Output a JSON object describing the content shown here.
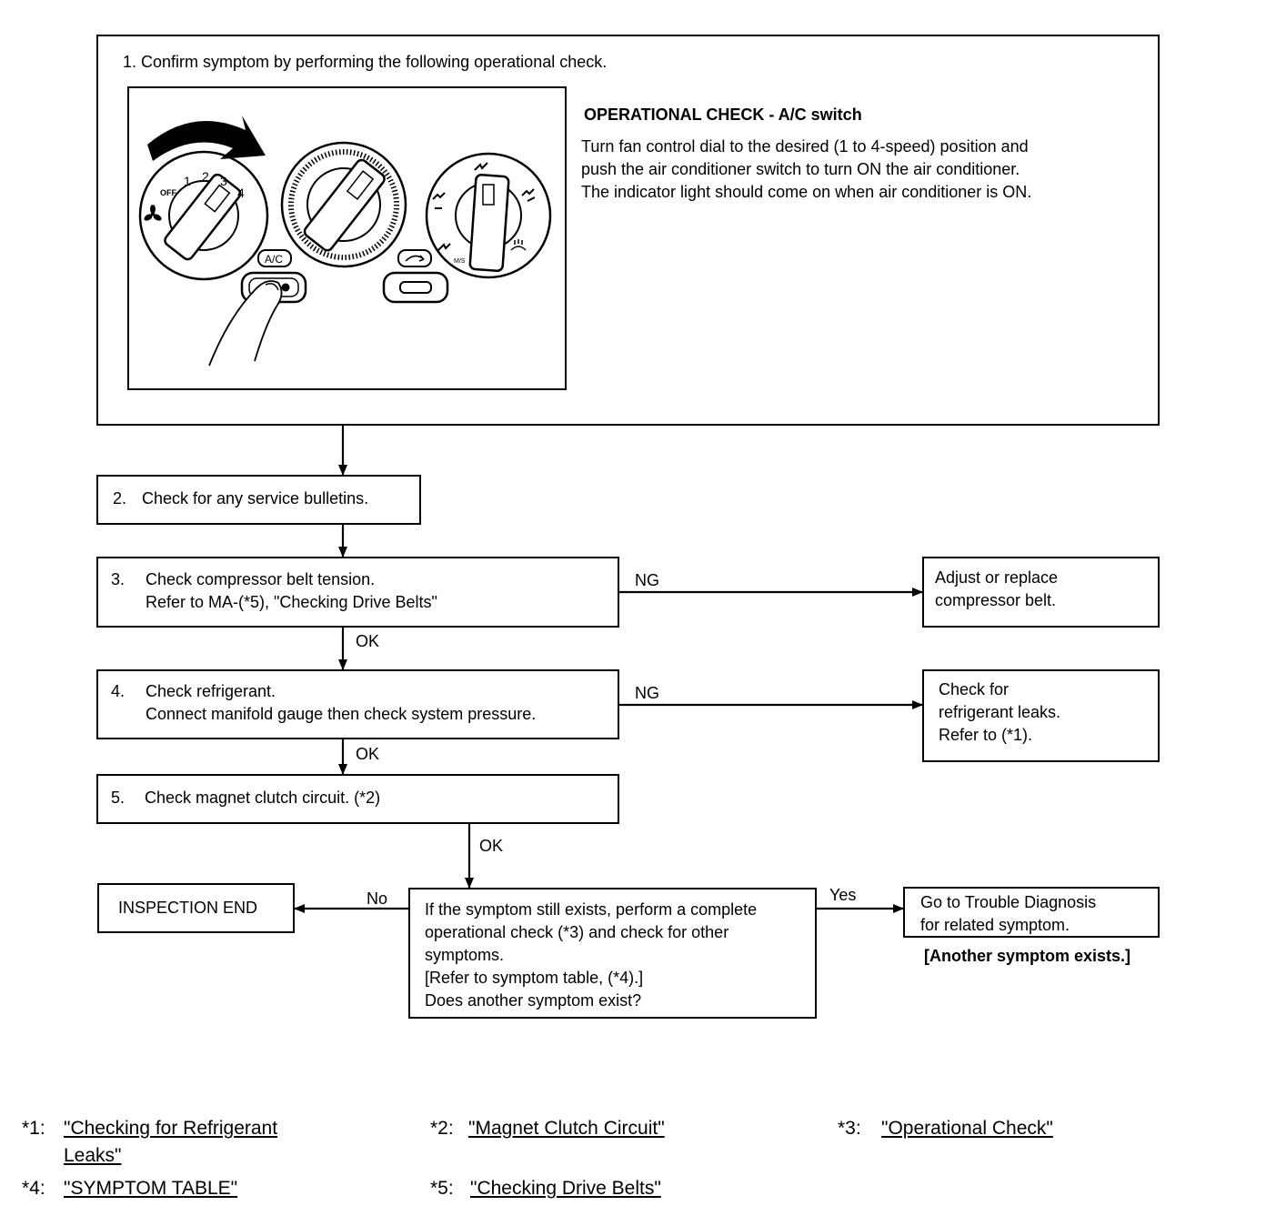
{
  "step1": {
    "heading": "1. Confirm symptom by performing the following operational check.",
    "check_title": "OPERATIONAL CHECK - A/C switch",
    "check_lines": [
      "Turn fan control dial to the desired (1 to 4-speed) position and",
      "push the air conditioner switch to turn ON the air conditioner.",
      "The indicator light should come on when air conditioner is ON."
    ],
    "panel": {
      "fan_off": "OFF",
      "fan_speeds": [
        "1",
        "2",
        "3",
        "4"
      ],
      "ac_button": "A/C",
      "mode_small": "M/S"
    }
  },
  "step2": {
    "num": "2.",
    "text": "Check for any service bulletins."
  },
  "step3": {
    "num": "3.",
    "lines": [
      "Check compressor belt tension.",
      "Refer to MA-(*5), \"Checking Drive Belts\""
    ]
  },
  "step3_ng": {
    "label": "NG",
    "lines": [
      "Adjust or replace",
      "compressor belt."
    ]
  },
  "step4": {
    "num": "4.",
    "lines": [
      "Check refrigerant.",
      "Connect manifold gauge then check system pressure."
    ]
  },
  "step4_ng": {
    "label": "NG",
    "lines": [
      "Check for",
      "refrigerant leaks.",
      "Refer to (*1)."
    ]
  },
  "step5": {
    "num": "5.",
    "text": "Check magnet clutch circuit. (*2)"
  },
  "ok_label": "OK",
  "decision": {
    "lines": [
      "If the symptom still exists, perform a complete",
      "operational check (*3) and check for other",
      "symptoms.",
      "[Refer to symptom table, (*4).]",
      "Does another symptom exist?"
    ],
    "no_label": "No",
    "yes_label": "Yes"
  },
  "inspection_end": "INSPECTION END",
  "yes_box": {
    "lines": [
      "Go to Trouble Diagnosis",
      "for related symptom."
    ],
    "note": "[Another symptom exists.]"
  },
  "footnotes": [
    {
      "key": "*1:",
      "lines": [
        "\"Checking for Refrigerant ",
        "Leaks\""
      ]
    },
    {
      "key": "*2:",
      "lines": [
        "\"Magnet Clutch Circuit\""
      ]
    },
    {
      "key": "*3:",
      "lines": [
        "\"Operational Check\""
      ]
    },
    {
      "key": "*4:",
      "lines": [
        "\"SYMPTOM TABLE\""
      ]
    },
    {
      "key": "*5:",
      "lines": [
        "\"Checking Drive Belts\""
      ]
    }
  ]
}
